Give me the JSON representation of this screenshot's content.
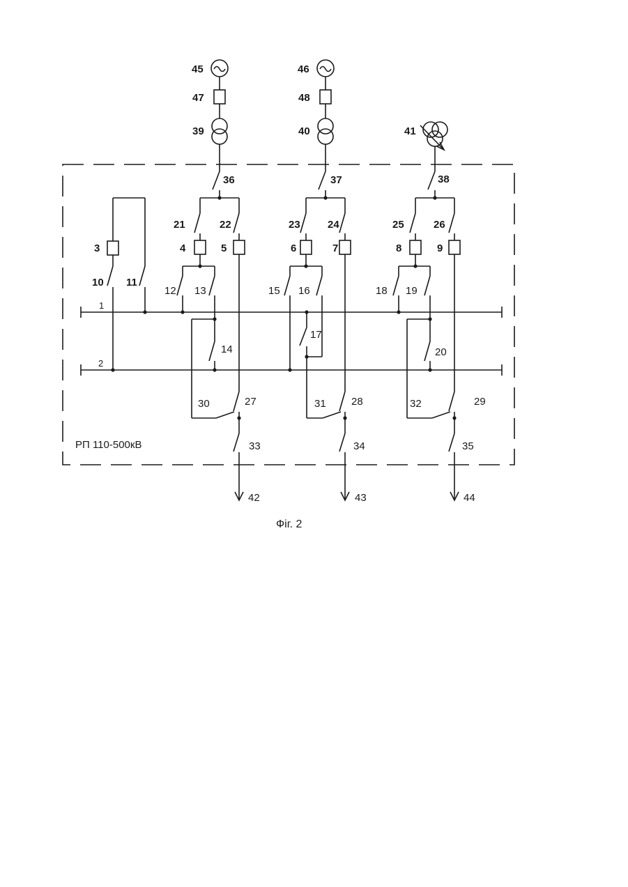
{
  "caption": "Фіг. 2",
  "substation_label": "РП 110-500кВ",
  "buses": {
    "bus_1": "1",
    "bus_2": "2"
  },
  "sources": {
    "g45": "45",
    "g46": "46"
  },
  "generator_symbol": "~",
  "breakers_top": {
    "b47": "47",
    "b48": "48"
  },
  "transformers": {
    "t39": "39",
    "t40": "40",
    "t41": "41"
  },
  "switches": {
    "s36": "36",
    "s37": "37",
    "s38": "38",
    "s21": "21",
    "s22": "22",
    "s23": "23",
    "s24": "24",
    "s25": "25",
    "s26": "26",
    "s10": "10",
    "s11": "11",
    "s12": "12",
    "s13": "13",
    "s14": "14",
    "s15": "15",
    "s16": "16",
    "s17": "17",
    "s18": "18",
    "s19": "19",
    "s20": "20",
    "s27": "27",
    "s28": "28",
    "s29": "29",
    "s30": "30",
    "s31": "31",
    "s32": "32",
    "s33": "33",
    "s34": "34",
    "s35": "35"
  },
  "breakers": {
    "b3": "3",
    "b4": "4",
    "b5": "5",
    "b6": "6",
    "b7": "7",
    "b8": "8",
    "b9": "9"
  },
  "outputs": {
    "o42": "42",
    "o43": "43",
    "o44": "44"
  }
}
